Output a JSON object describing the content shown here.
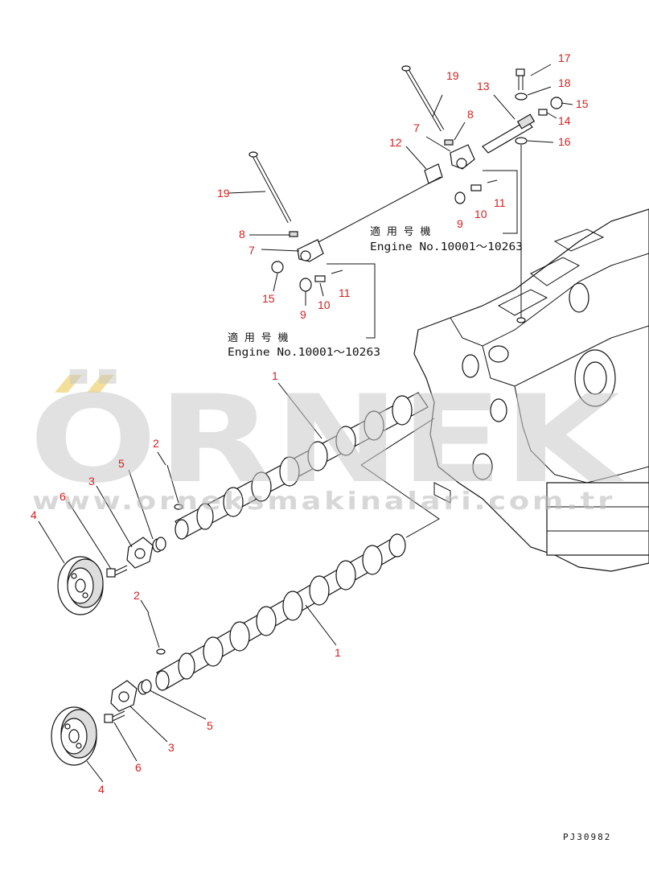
{
  "diagram": {
    "callouts": [
      {
        "label": "17"
      },
      {
        "label": "18"
      },
      {
        "label": "15"
      },
      {
        "label": "14"
      },
      {
        "label": "16"
      },
      {
        "label": "19"
      },
      {
        "label": "13"
      },
      {
        "label": "8"
      },
      {
        "label": "7"
      },
      {
        "label": "12"
      },
      {
        "label": "11"
      },
      {
        "label": "10"
      },
      {
        "label": "9"
      },
      {
        "label": "19"
      },
      {
        "label": "8"
      },
      {
        "label": "7"
      },
      {
        "label": "15"
      },
      {
        "label": "9"
      },
      {
        "label": "10"
      },
      {
        "label": "11"
      },
      {
        "label": "1"
      },
      {
        "label": "2"
      },
      {
        "label": "5"
      },
      {
        "label": "3"
      },
      {
        "label": "6"
      },
      {
        "label": "4"
      },
      {
        "label": "2"
      },
      {
        "label": "1"
      },
      {
        "label": "5"
      },
      {
        "label": "3"
      },
      {
        "label": "6"
      },
      {
        "label": "4"
      }
    ],
    "notes": [
      {
        "line1": "適 用 号 機",
        "line2": "Engine No.10001～10263"
      },
      {
        "line1": "適 用 号 機",
        "line2": "Engine No.10001～10263"
      }
    ],
    "drawing_code": "PJ30982",
    "watermark": {
      "brand": "ÖRNEK",
      "url": "www.orneksmakinalari.com.tr",
      "accent_color": "#f3df9a"
    }
  }
}
